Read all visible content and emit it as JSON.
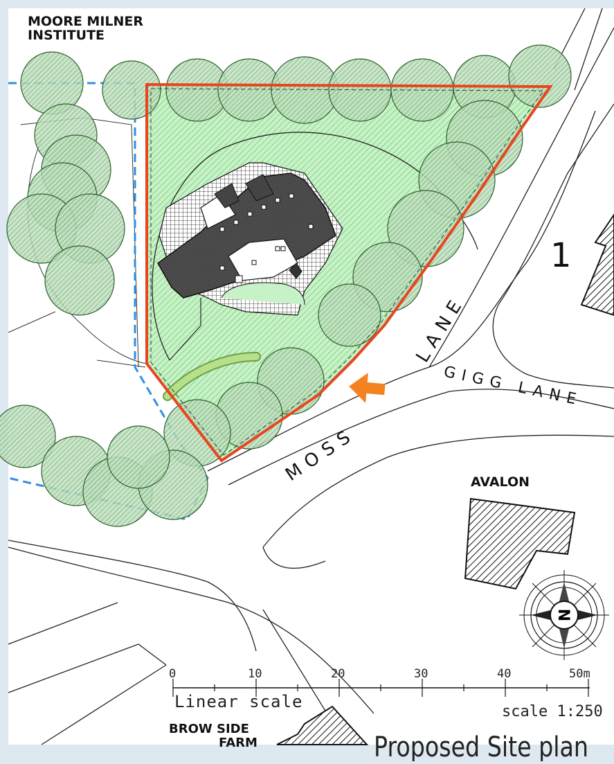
{
  "labels": {
    "institute_line1": "MOORE MILNER",
    "institute_line2": "INSTITUTE",
    "avalon": "AVALON",
    "brow_line1": "BROW SIDE",
    "brow_line2": "FARM",
    "plot_number": "1",
    "moss": "MOSS",
    "lane": "LANE",
    "gigg": "GIGG LANE"
  },
  "scale_bar": {
    "ticks": [
      "0",
      "10",
      "20",
      "30",
      "40",
      "50m"
    ],
    "caption": "Linear scale",
    "ratio": "scale 1:250"
  },
  "north_arrow": {
    "letter": "N"
  },
  "title": "Proposed Site plan",
  "colors": {
    "boundary": "#e8451f",
    "site_fill": "#c4f2c4",
    "tree": "#8fc98f",
    "hedge": "#9ed26a",
    "blue_boundary": "#2f8fe0",
    "access_arrow": "#f58220",
    "background": "#dde8f0"
  }
}
